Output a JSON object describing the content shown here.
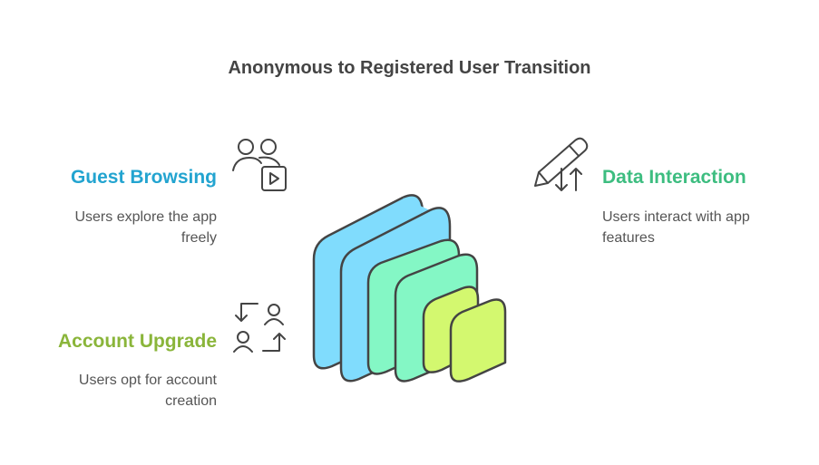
{
  "title": "Anonymous to Registered User Transition",
  "items": [
    {
      "heading": "Guest Browsing",
      "desc": "Users explore the app freely",
      "color": "#23a4d0",
      "icon": "users-play-icon"
    },
    {
      "heading": "Account Upgrade",
      "desc": "Users opt for account creation",
      "color": "#8ab53a",
      "icon": "user-swap-icon"
    },
    {
      "heading": "Data Interaction",
      "desc": "Users interact with app features",
      "color": "#3dbd80",
      "icon": "pencil-arrows-icon"
    }
  ],
  "layer_colors": [
    "#80dcfd",
    "#84f7c5",
    "#d3f86f"
  ]
}
